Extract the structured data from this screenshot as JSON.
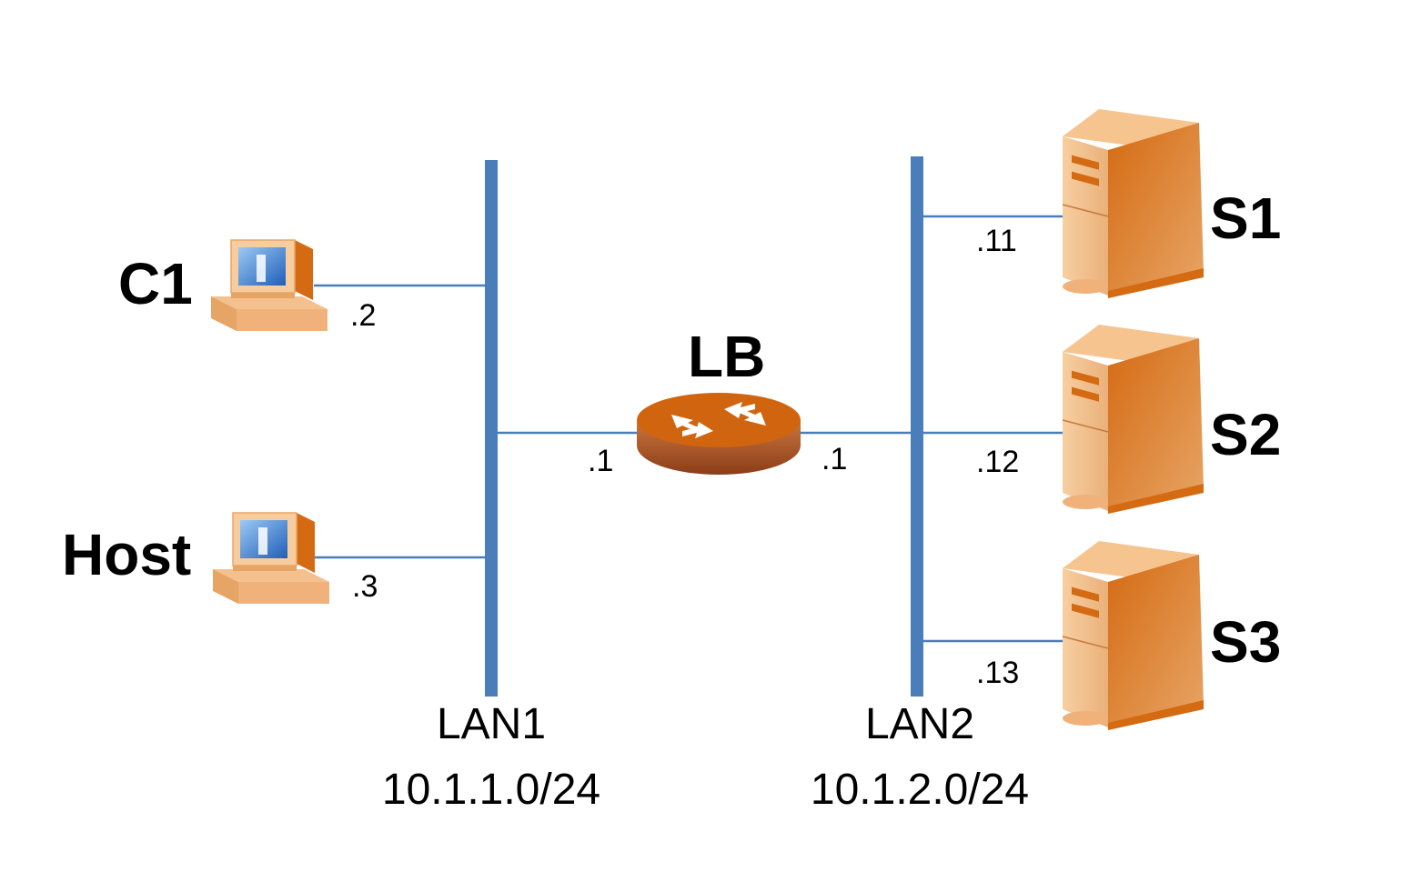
{
  "nodes": {
    "c1": {
      "label": "C1",
      "ip": ".2",
      "icon": "desktop-computer-icon"
    },
    "host": {
      "label": "Host",
      "ip": ".3",
      "icon": "desktop-computer-icon"
    },
    "lb": {
      "label": "LB",
      "ip_lan1": ".1",
      "ip_lan2": ".1",
      "icon": "router-icon"
    },
    "s1": {
      "label": "S1",
      "ip": ".11",
      "icon": "server-tower-icon"
    },
    "s2": {
      "label": "S2",
      "ip": ".12",
      "icon": "server-tower-icon"
    },
    "s3": {
      "label": "S3",
      "ip": ".13",
      "icon": "server-tower-icon"
    }
  },
  "lans": {
    "lan1": {
      "name": "LAN1",
      "subnet": "10.1.1.0/24"
    },
    "lan2": {
      "name": "LAN2",
      "subnet": "10.1.2.0/24"
    }
  },
  "colors": {
    "bus": "#4a7ebb",
    "device_orange": "#d2691e",
    "device_light": "#f5c08a",
    "screen_blue": "#3a7fd0"
  }
}
